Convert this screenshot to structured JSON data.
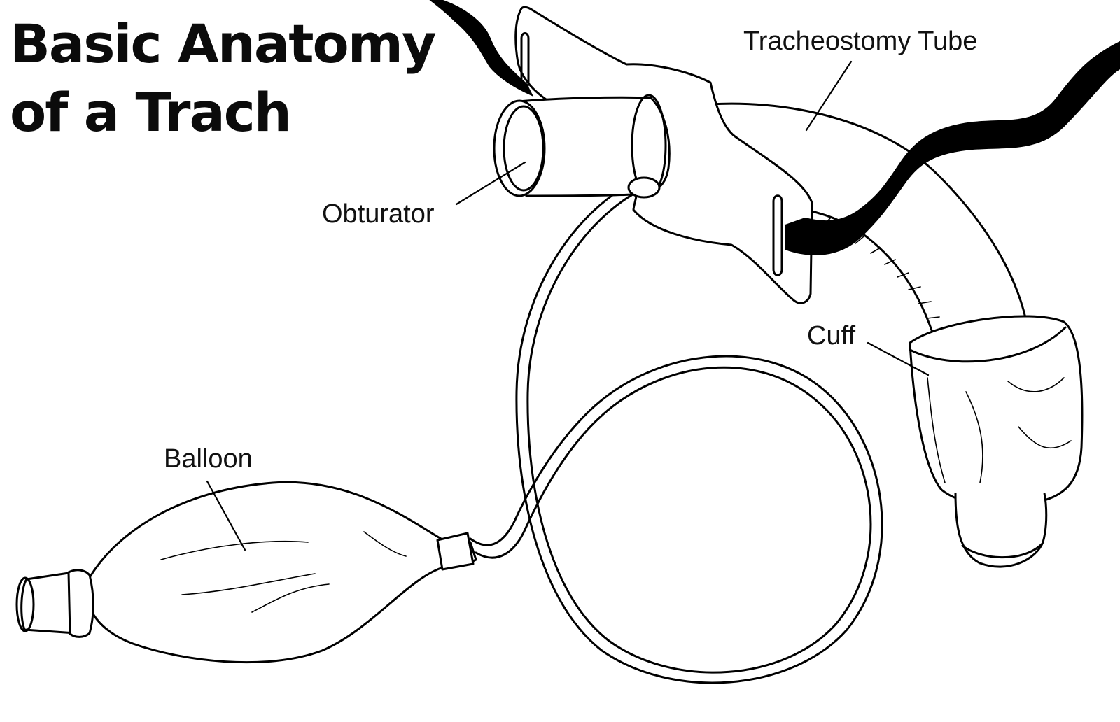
{
  "title": {
    "line1": "Basic Anatomy",
    "line2": "of a Trach"
  },
  "labels": {
    "tracheostomy_tube": "Tracheostomy Tube",
    "obturator": "Obturator",
    "cuff": "Cuff",
    "balloon": "Balloon"
  },
  "colors": {
    "ink": "#000000",
    "background": "#ffffff"
  }
}
